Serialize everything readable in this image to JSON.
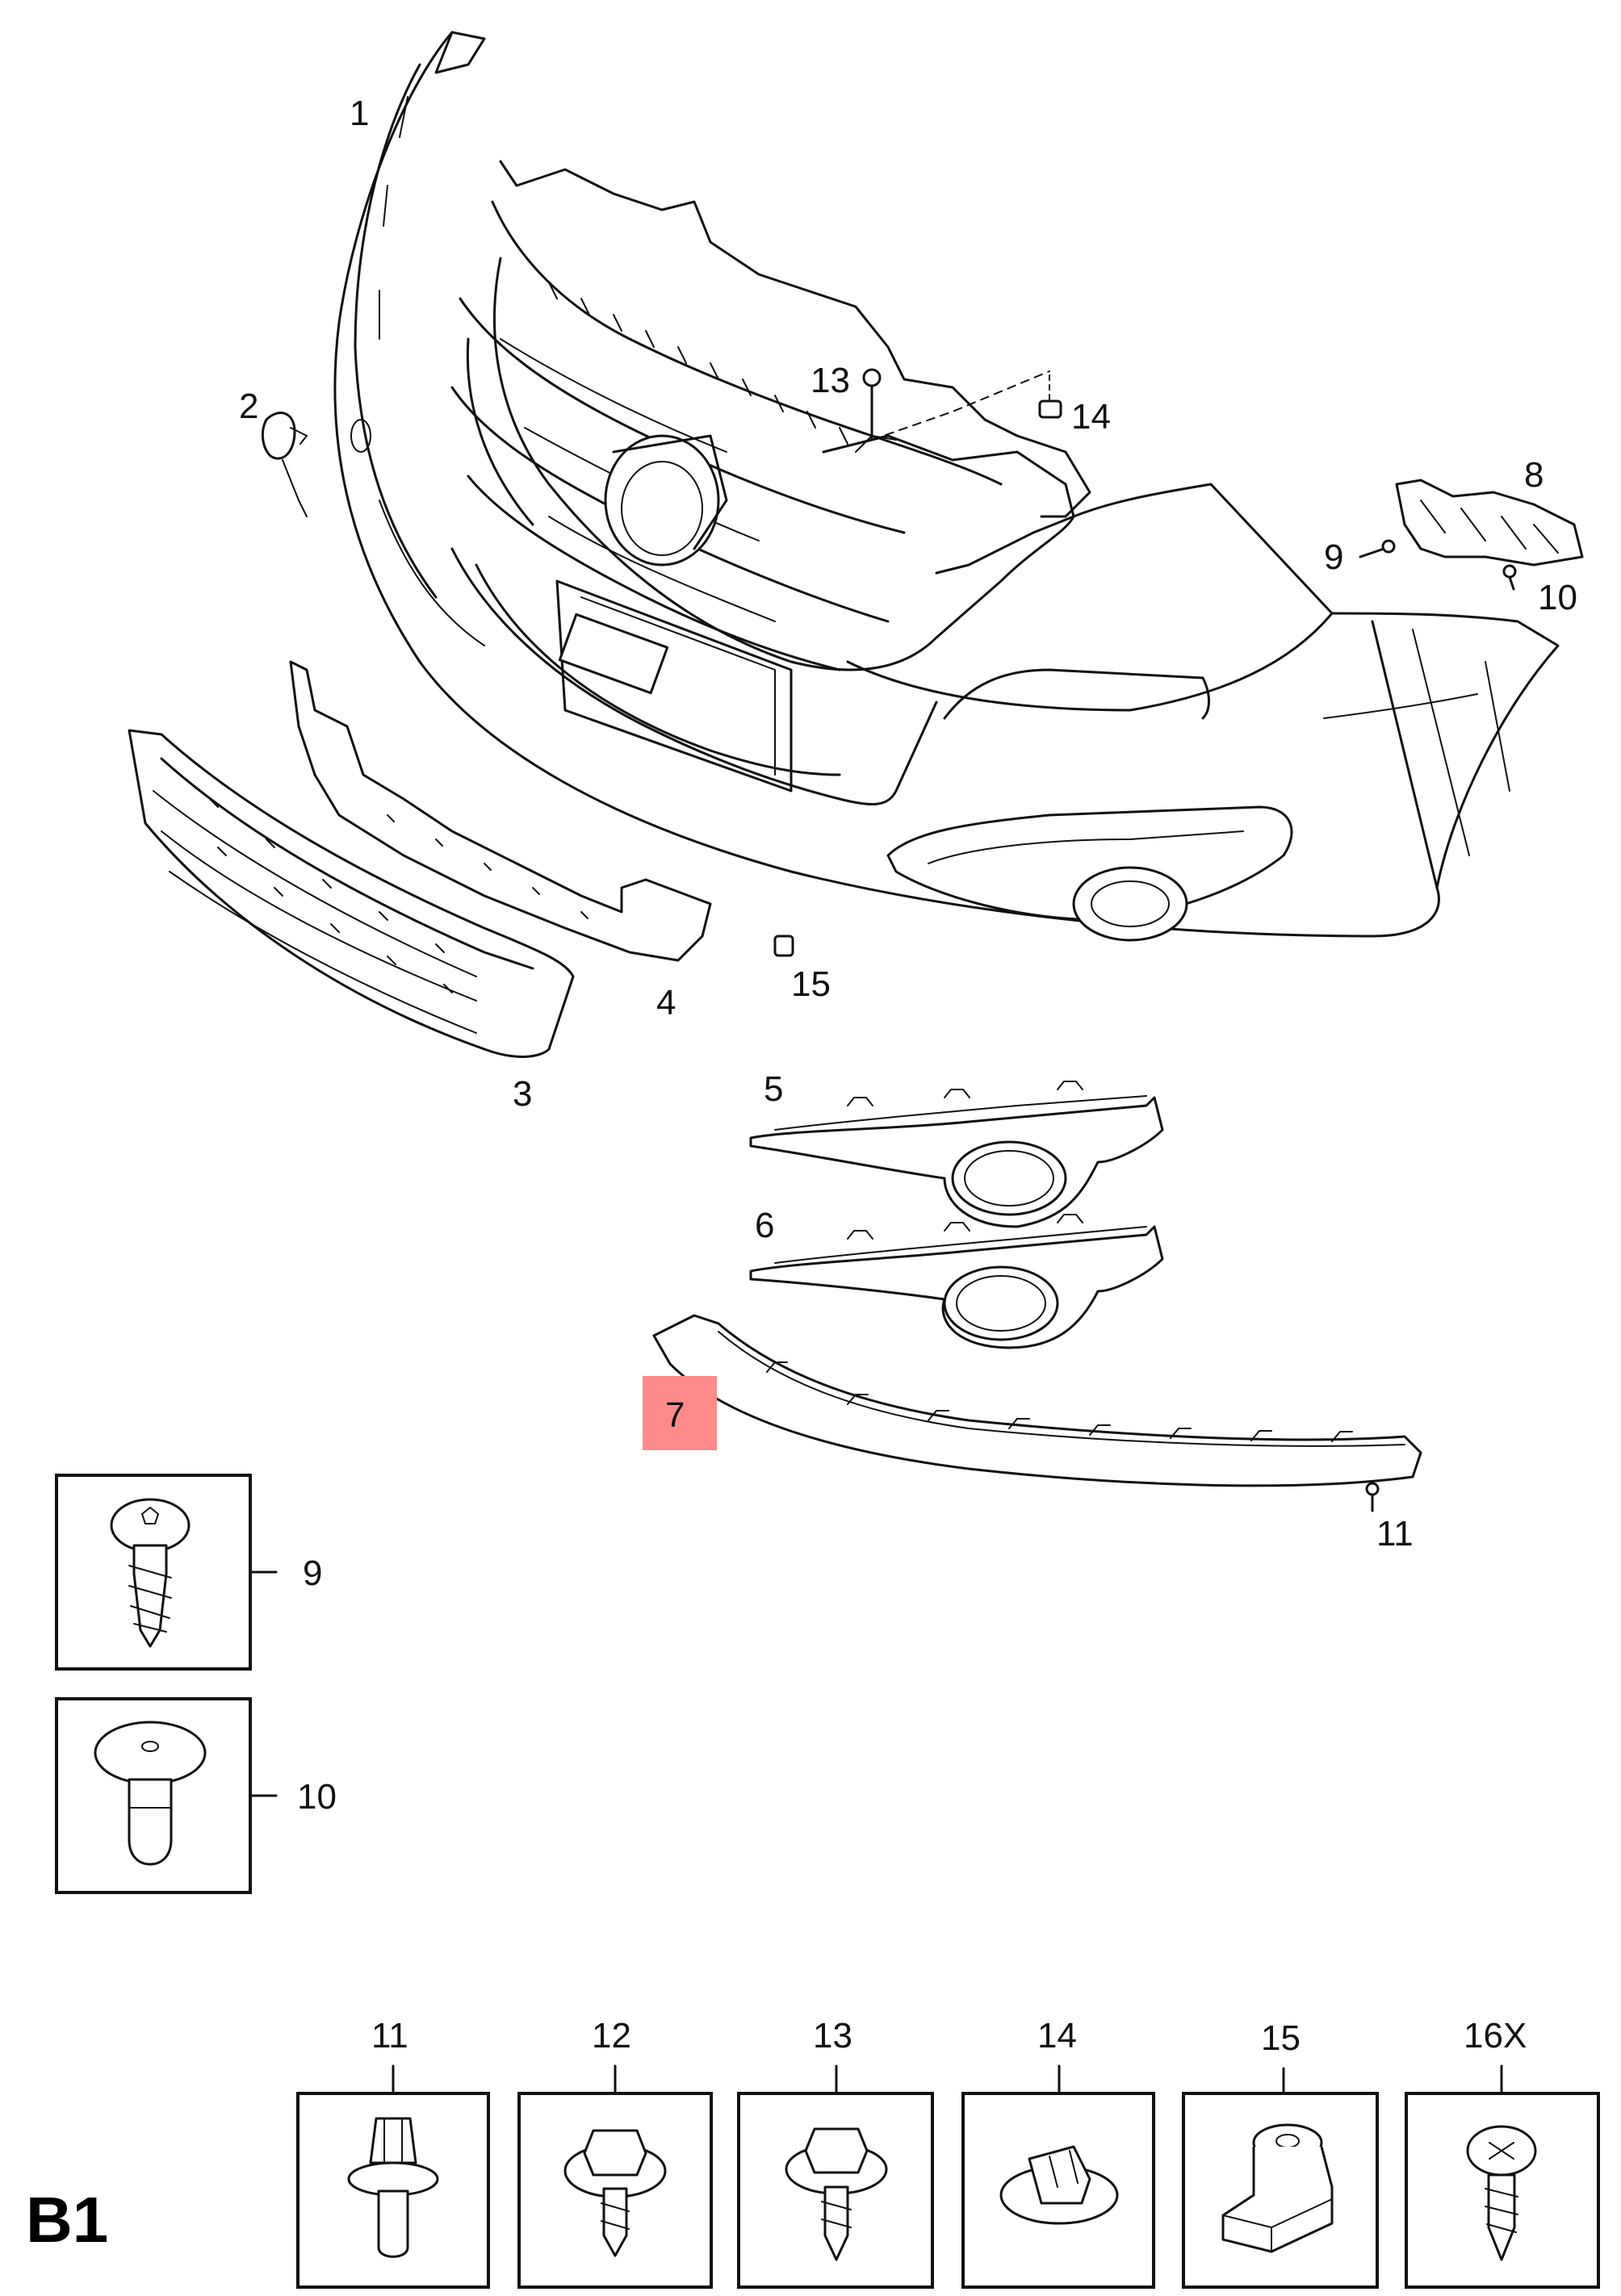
{
  "section_label": "B1",
  "highlight_color": "#ff8a8a",
  "callouts": {
    "p1": "1",
    "p2": "2",
    "p3": "3",
    "p4": "4",
    "p5": "5",
    "p6": "6",
    "p7": "7",
    "p8": "8",
    "p9": "9",
    "p10": "10",
    "p11": "11",
    "p13": "13",
    "p14": "14",
    "p15": "15"
  },
  "detail_boxes": {
    "d9": "9",
    "d10": "10"
  },
  "fastener_row": {
    "f11": "11",
    "f12": "12",
    "f13": "13",
    "f14": "14",
    "f15": "15",
    "f16": "16X"
  }
}
